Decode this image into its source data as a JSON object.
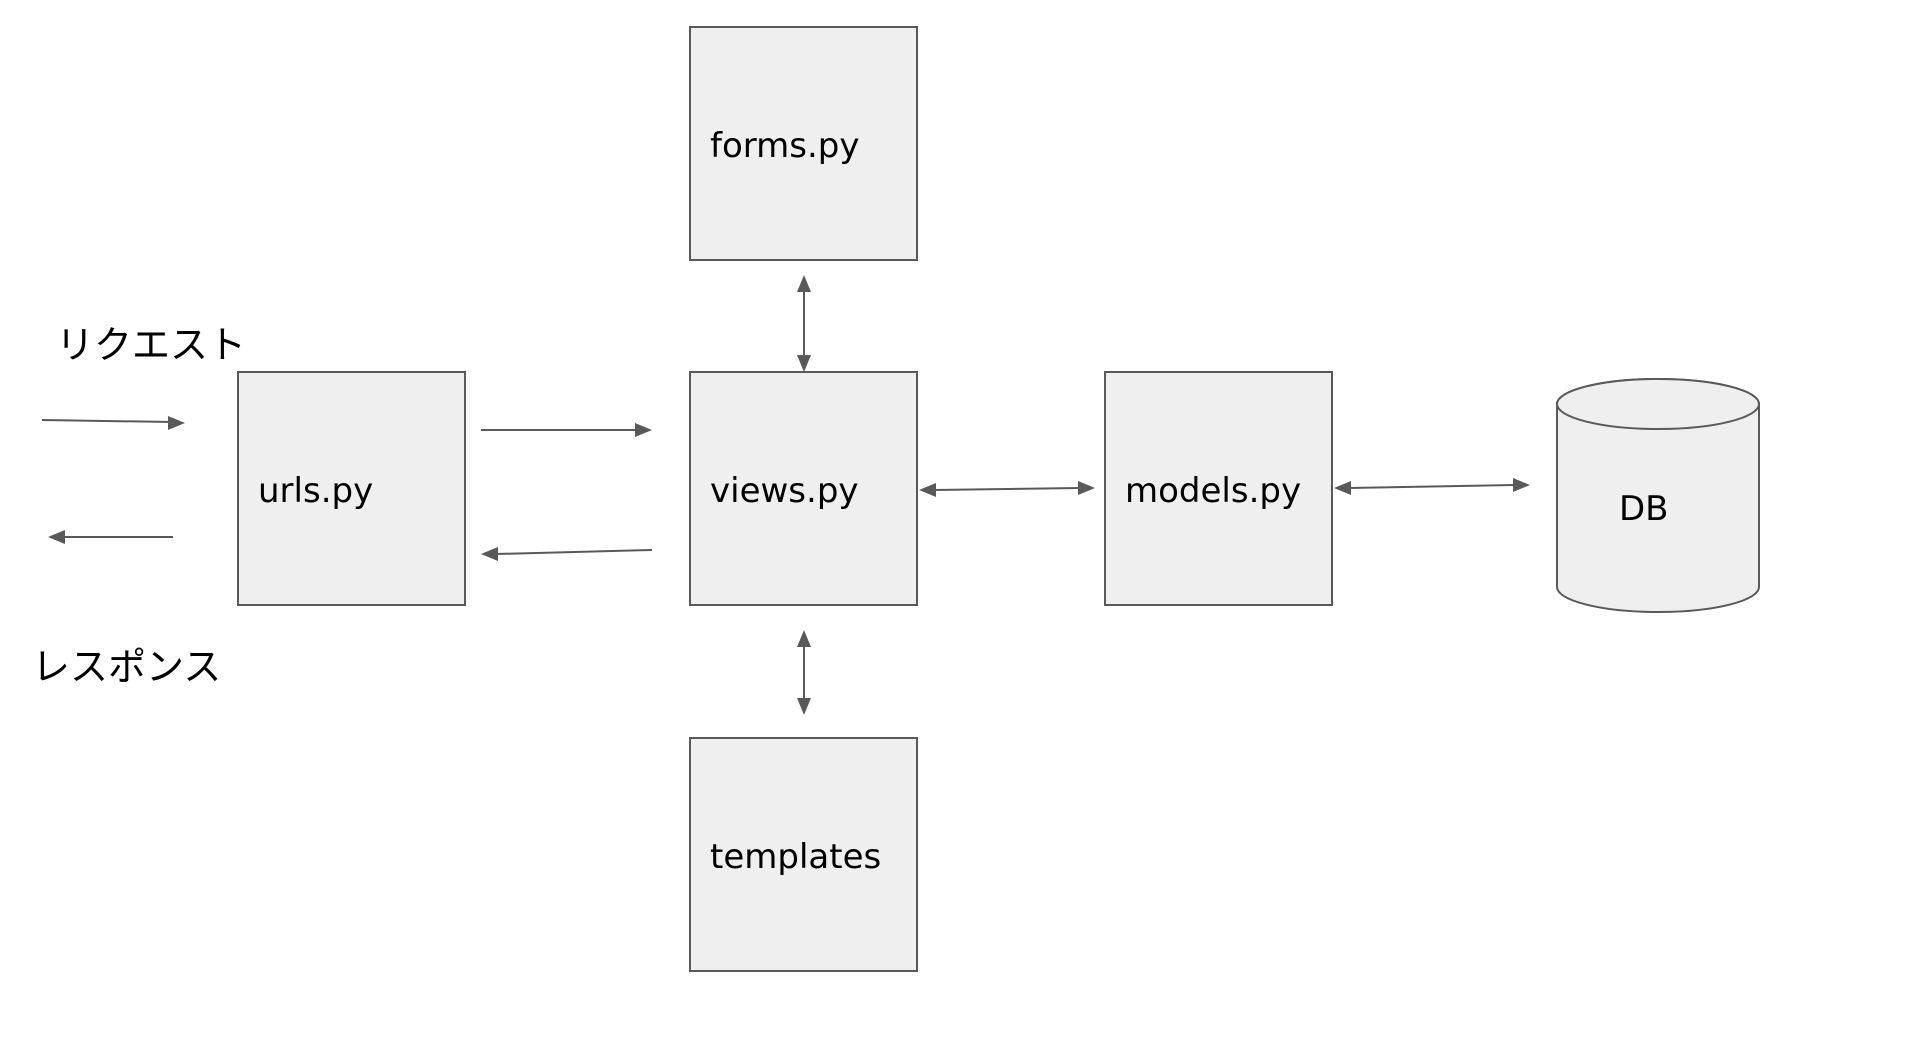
{
  "diagram": {
    "labels": {
      "request": "リクエスト",
      "response": "レスポンス"
    },
    "nodes": {
      "urls": "urls.py",
      "views": "views.py",
      "forms": "forms.py",
      "templates": "templates",
      "models": "models.py",
      "db": "DB"
    },
    "colors": {
      "box_fill": "#efefef",
      "stroke": "#595959",
      "text": "#000000"
    }
  }
}
